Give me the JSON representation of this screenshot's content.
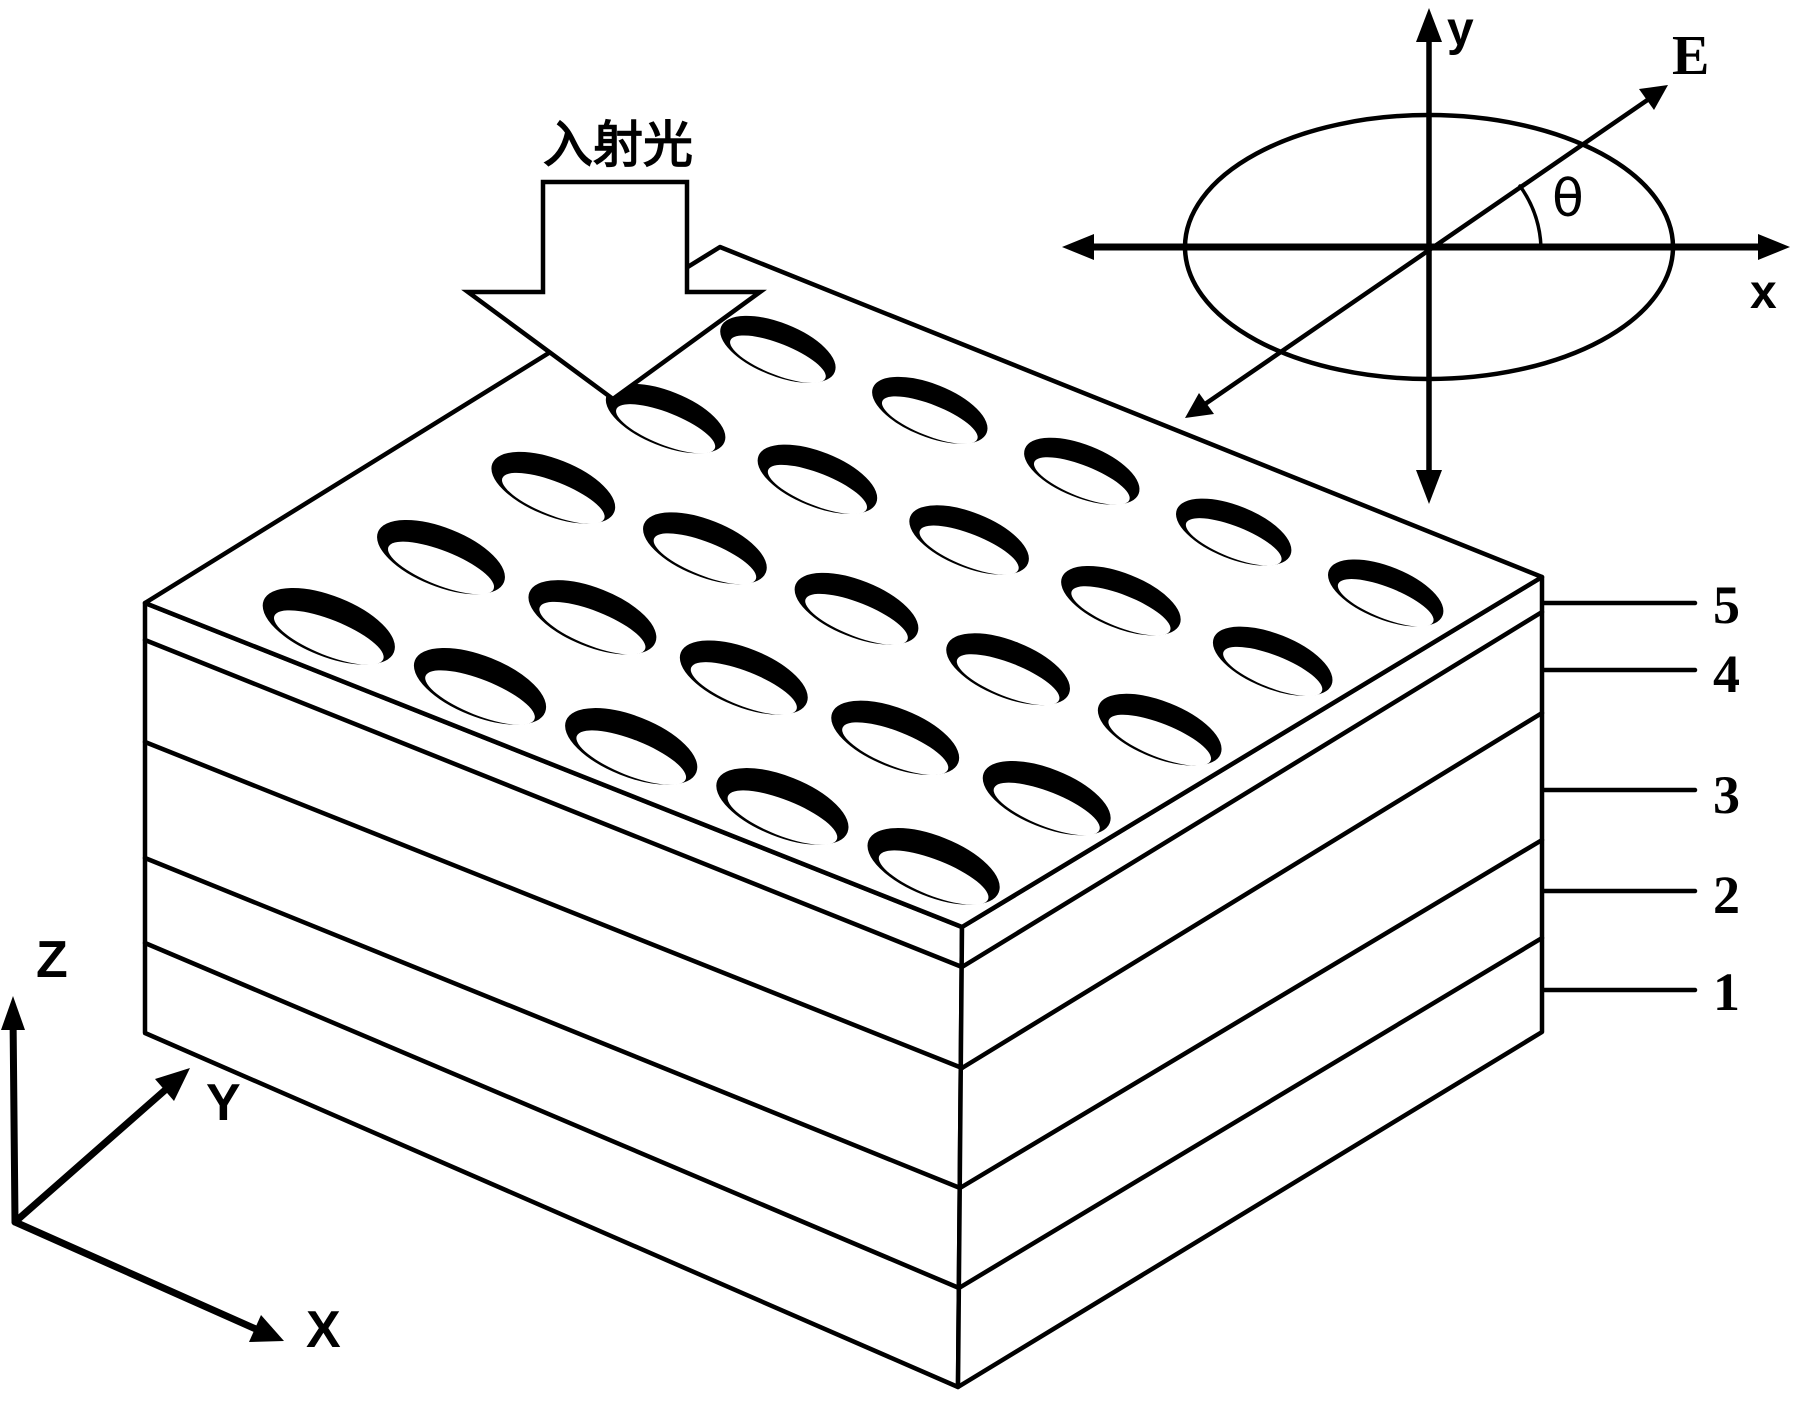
{
  "figure": {
    "description": "Layered photonic structure with elliptical hole array, incident light arrow, polarization inset and coordinate triad"
  },
  "incident_light": {
    "label": "入射光"
  },
  "layers": {
    "items": [
      {
        "label": "5"
      },
      {
        "label": "4"
      },
      {
        "label": "3"
      },
      {
        "label": "2"
      },
      {
        "label": "1"
      }
    ]
  },
  "inset": {
    "y_label": "y",
    "e_label": "E",
    "x_label": "x",
    "theta_label": "θ"
  },
  "triad": {
    "z_label": "Z",
    "y_label": "Y",
    "x_label": "X"
  },
  "colors": {
    "line": "#000000",
    "background": "#ffffff"
  }
}
